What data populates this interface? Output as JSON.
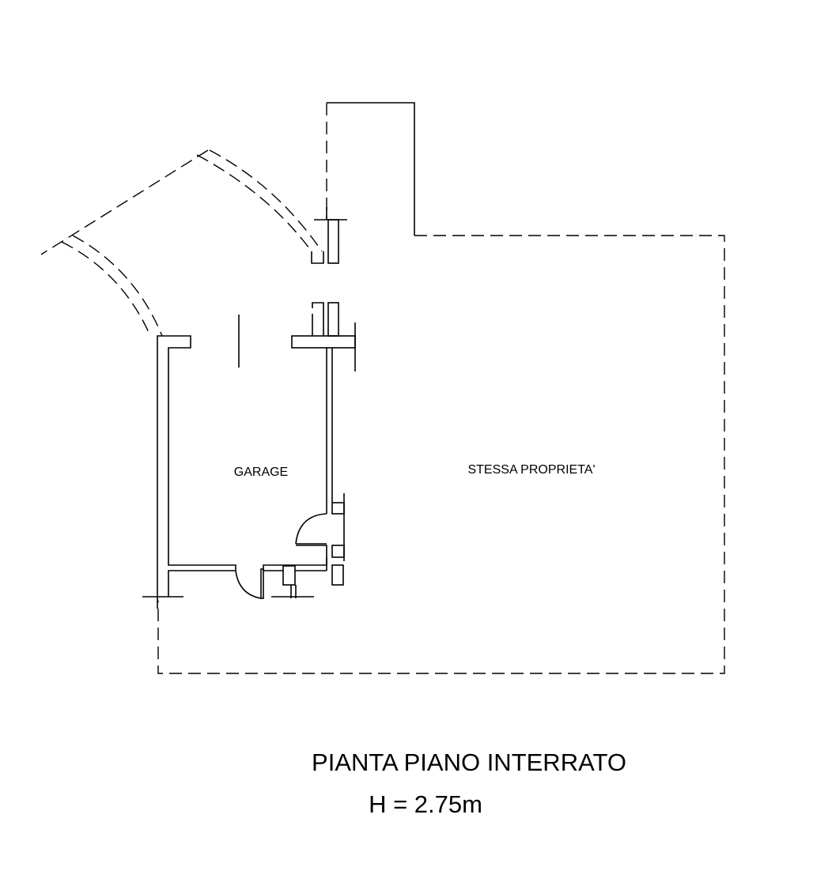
{
  "rooms": {
    "garage": "GARAGE",
    "adjacent": "STESSA PROPRIETA'"
  },
  "title": {
    "main": "PIANTA PIANO INTERRATO",
    "height": "H = 2.75m"
  },
  "colors": {
    "line": "#000000",
    "background": "#ffffff"
  }
}
